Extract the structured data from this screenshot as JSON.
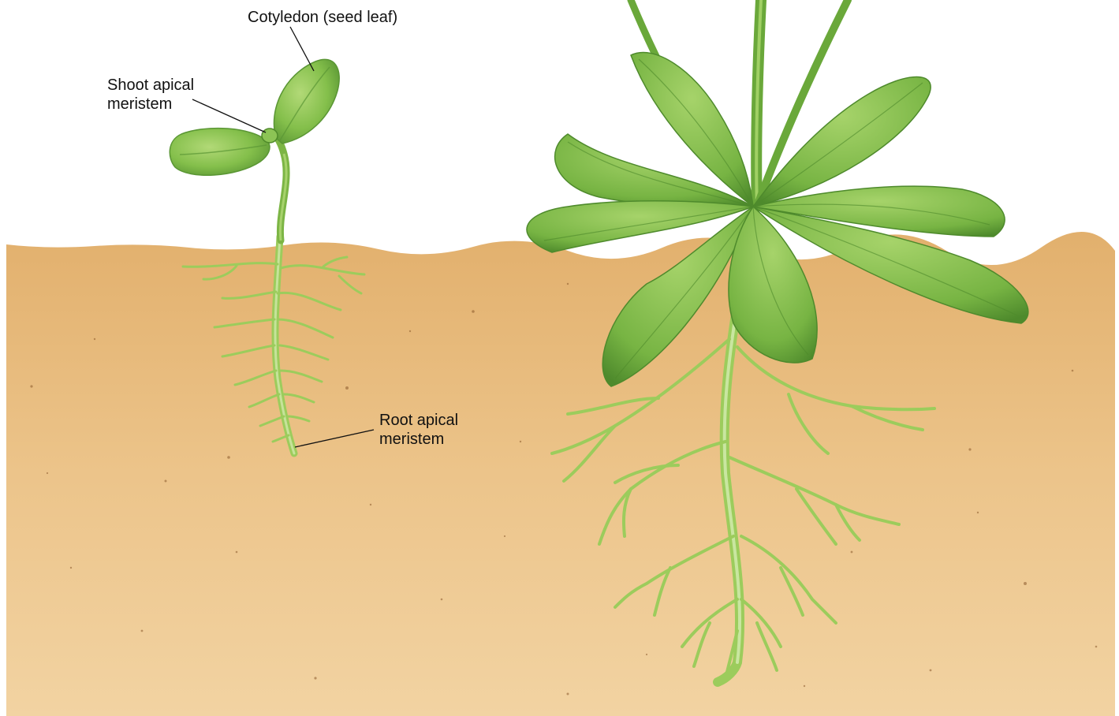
{
  "labels": {
    "cotyledon": "Cotyledon (seed leaf)",
    "shoot_line1": "Shoot apical",
    "shoot_line2": "meristem",
    "root_line1": "Root apical",
    "root_line2": "meristem"
  },
  "colors": {
    "soil": "#e6b97a",
    "soil_light": "#f1d09c",
    "soil_dark": "#d9a464",
    "leaf": "#7dbb45",
    "leaf_light": "#a9d46a",
    "leaf_dark": "#4f8a2a",
    "root": "#9ccc5c",
    "leader_line": "#111111"
  }
}
